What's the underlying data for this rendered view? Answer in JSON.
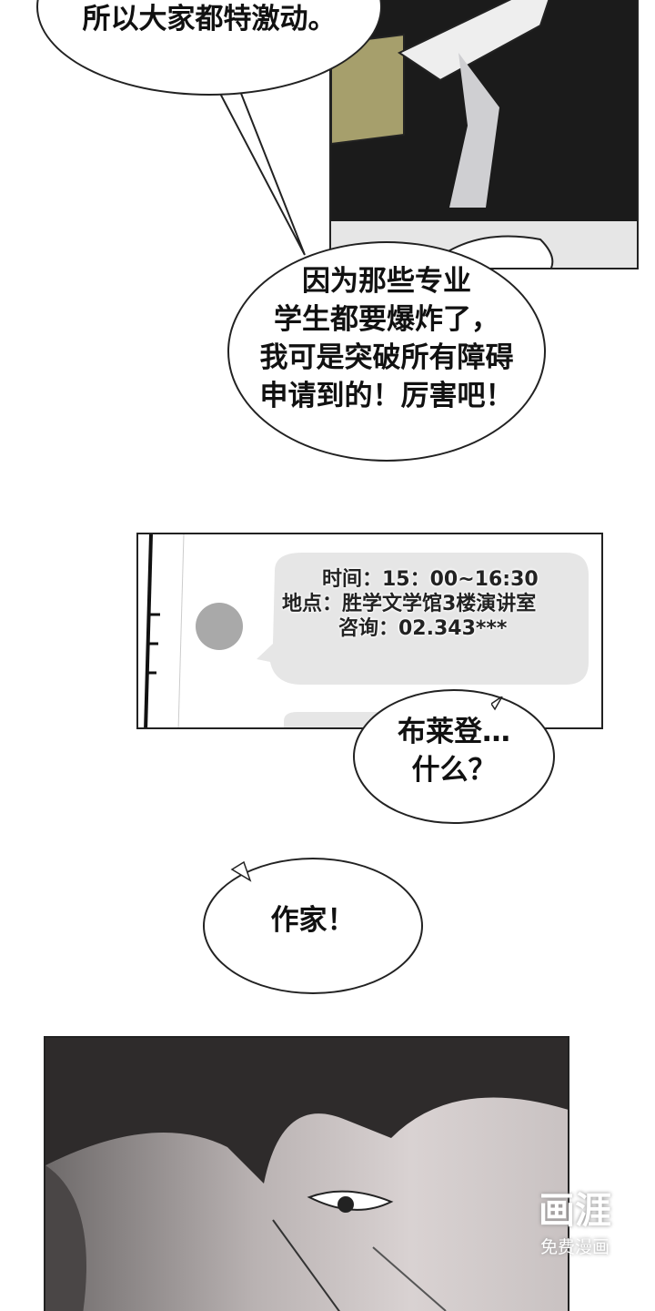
{
  "bubbles": {
    "top": "所以大家都特激动。",
    "middle": [
      "因为那些专业",
      "学生都要爆炸了，",
      "我可是突破所有障碍",
      "申请到的！厉害吧！"
    ],
    "what": [
      "布莱登…",
      "什么？"
    ],
    "writer": "作家！"
  },
  "phone_message": {
    "time": "时间：15：00~16:30",
    "place": "地点：胜学文学馆3楼演讲室",
    "contact": "咨询：02.343***"
  },
  "watermark": {
    "logo": "画涯",
    "tagline": "免费漫画"
  }
}
